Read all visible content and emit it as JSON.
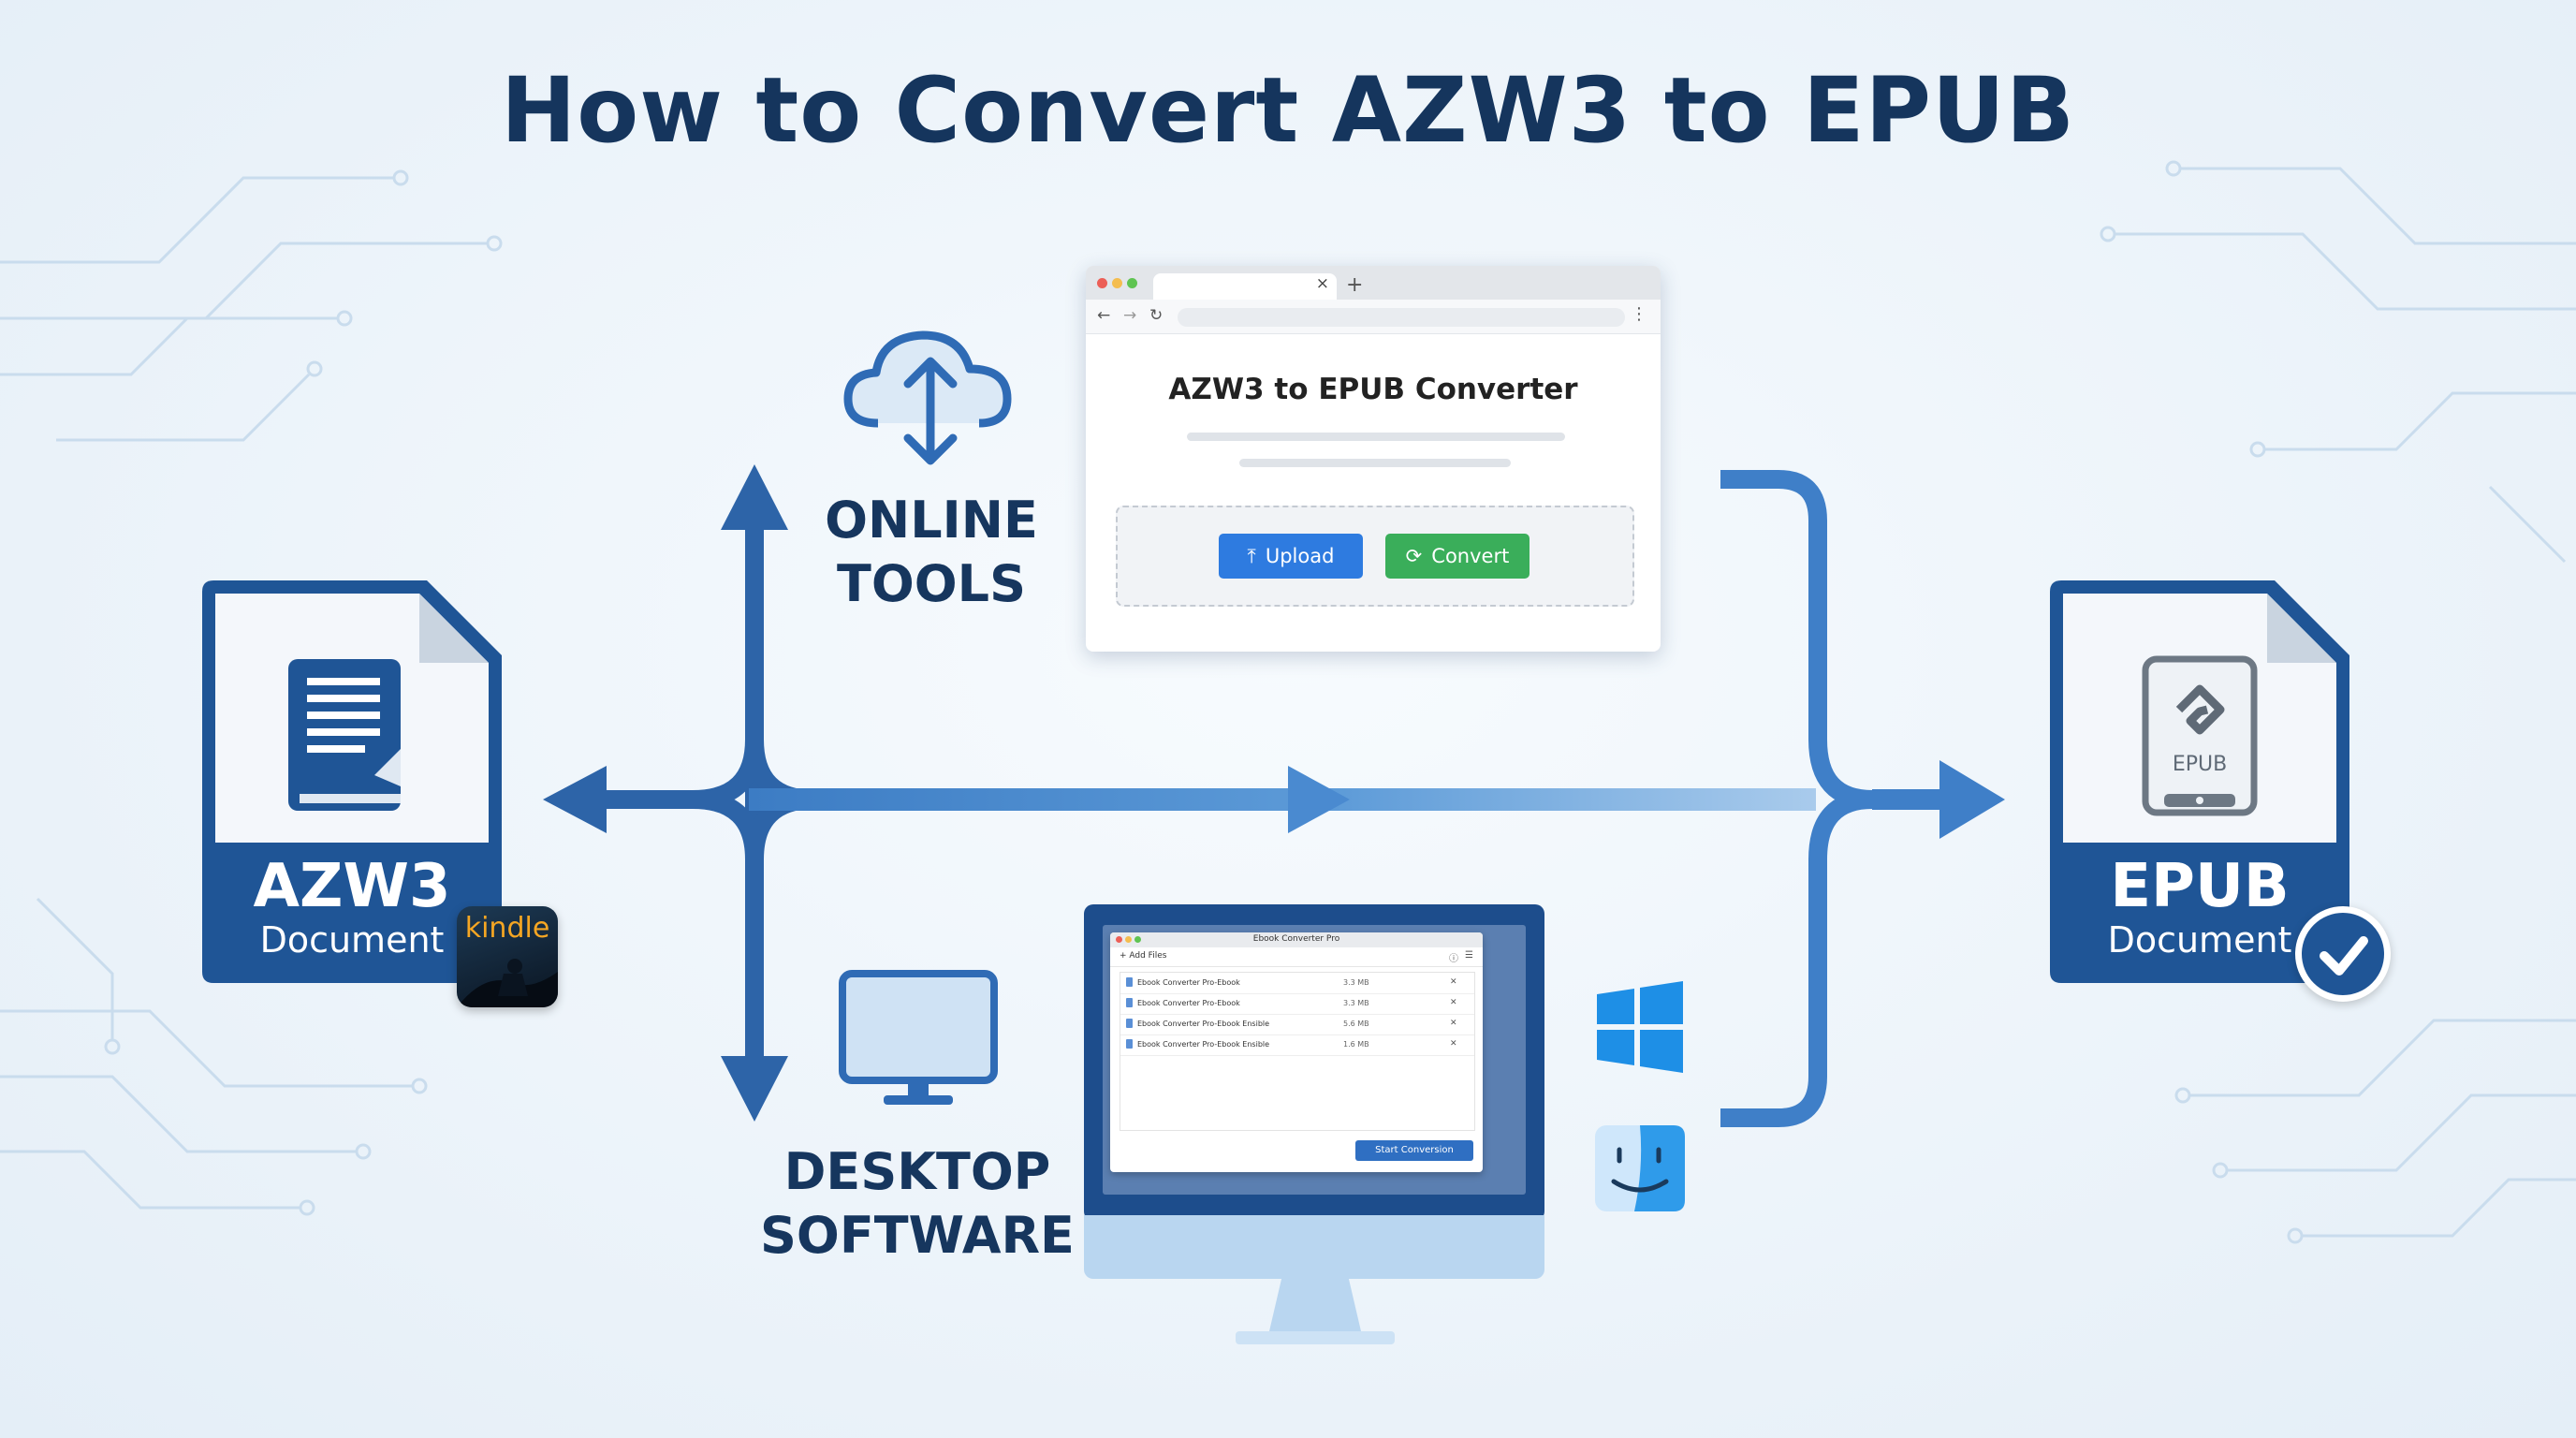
{
  "title": "How to Convert AZW3 to EPUB",
  "source": {
    "type": "AZW3",
    "subtitle": "Document",
    "badge": "kindle"
  },
  "target": {
    "type": "EPUB",
    "subtitle": "Document",
    "icon_text": "EPUB"
  },
  "online": {
    "label_line1": "ONLINE",
    "label_line2": "TOOLS",
    "browser": {
      "heading": "AZW3 to EPUB Converter",
      "upload_button": "Upload",
      "convert_button": "Convert"
    }
  },
  "desktop": {
    "label_line1": "DESKTOP",
    "label_line2": "SOFTWARE",
    "app": {
      "window_title": "Ebook Converter Pro",
      "add_files": "+ Add Files",
      "files": [
        {
          "name": "Ebook Converter Pro-Ebook",
          "size": "3.3 MB"
        },
        {
          "name": "Ebook Converter Pro-Ebook",
          "size": "3.3 MB"
        },
        {
          "name": "Ebook Converter Pro-Ebook Ensible",
          "size": "5.6 MB"
        },
        {
          "name": "Ebook Converter Pro-Ebook Ensible",
          "size": "1.6 MB"
        }
      ],
      "start_button": "Start Conversion"
    }
  },
  "icons": [
    "cloud-transfer-icon",
    "monitor-icon",
    "windows-logo-icon",
    "finder-logo-icon",
    "checkmark-icon",
    "book-icon",
    "epub-device-icon"
  ],
  "colors": {
    "primary_blue": "#1f5596",
    "dark_navy": "#15355d",
    "upload_blue": "#2e7be0",
    "convert_green": "#3aae5a"
  }
}
